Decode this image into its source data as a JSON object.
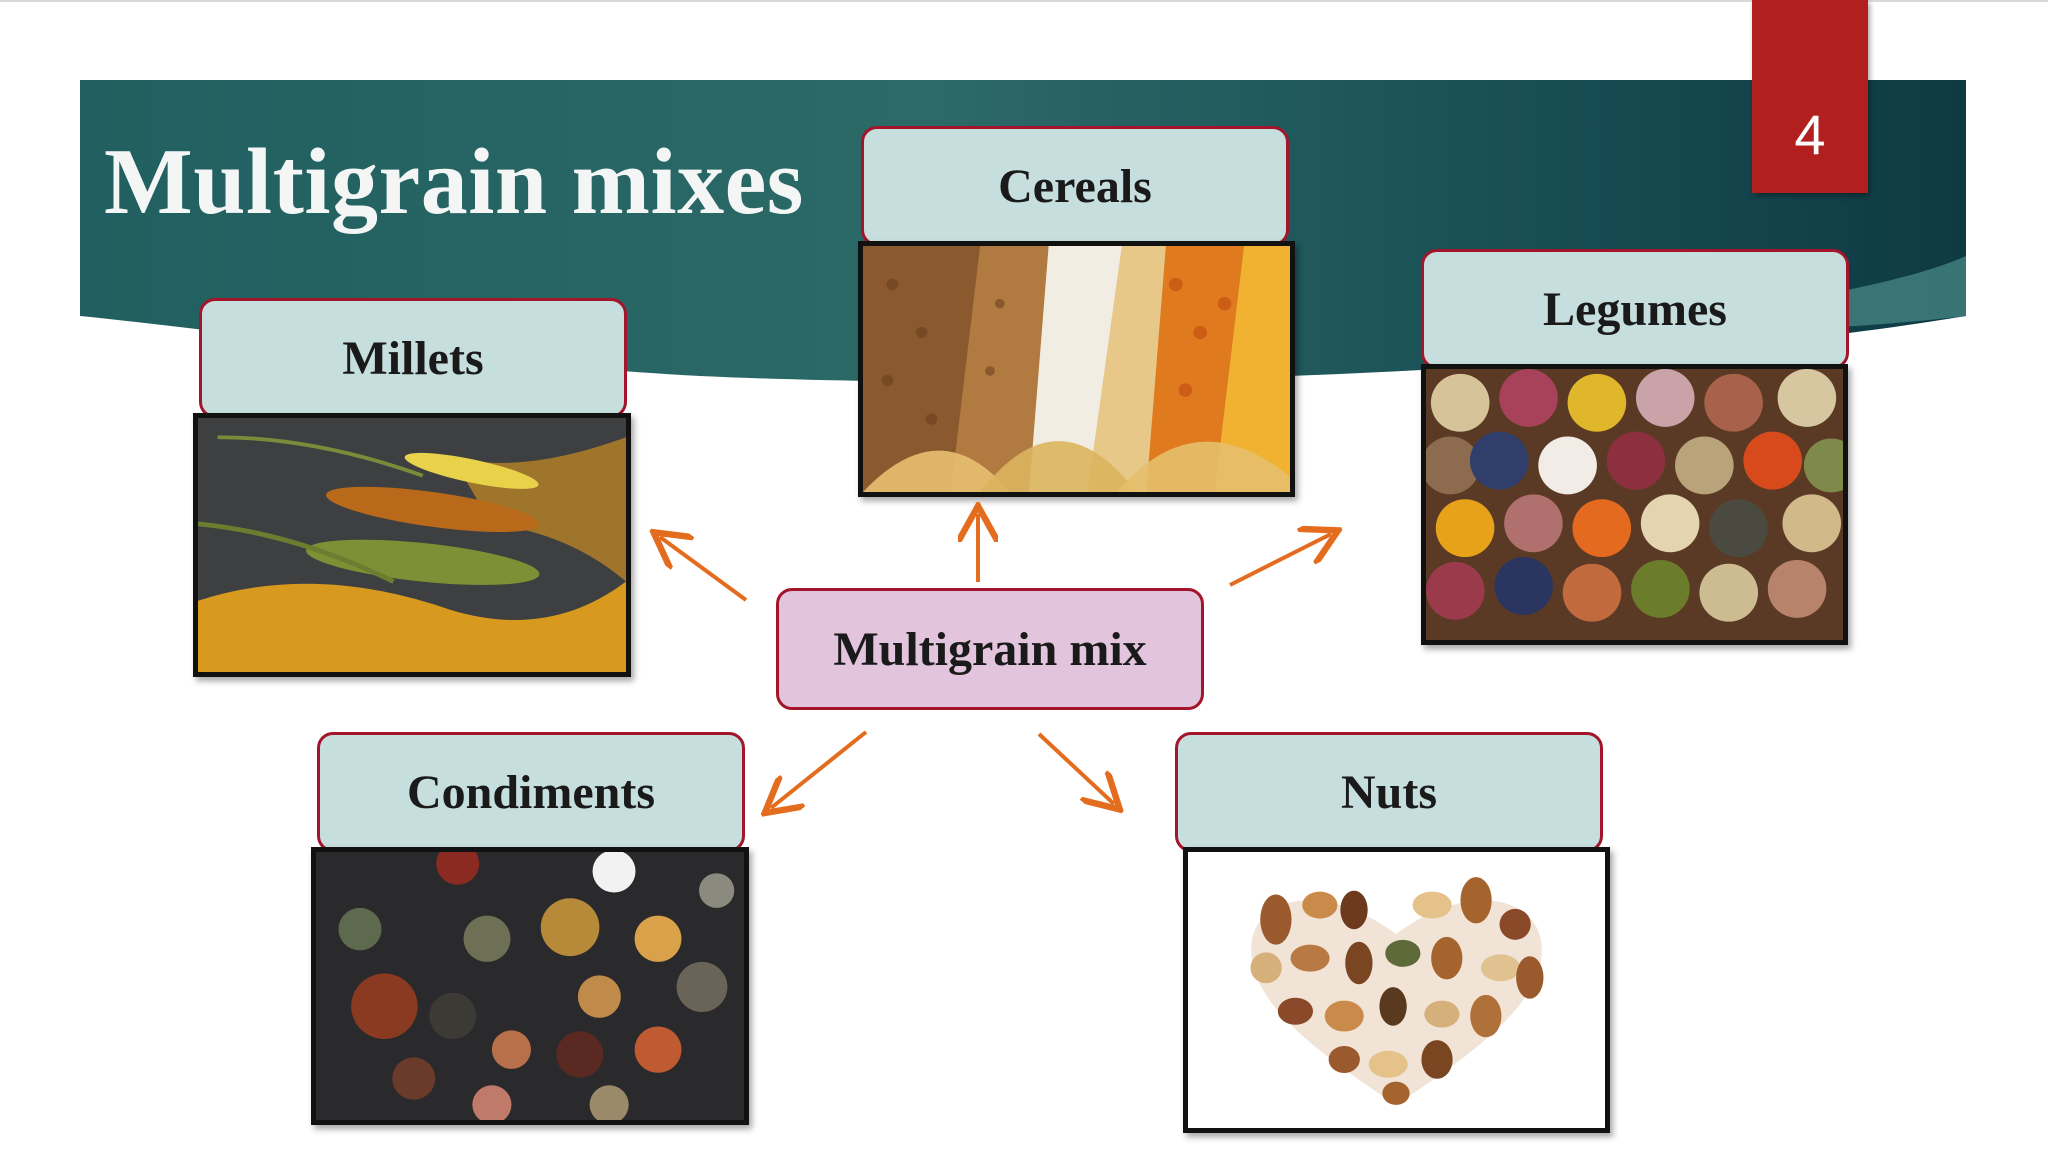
{
  "slide": {
    "title": "Multigrain mixes",
    "page_number": "4",
    "colors": {
      "banner_dark": "#103a42",
      "banner_mid": "#2e6e6a",
      "page_tab": "#b21f1f",
      "label_fill": "#c6dedd",
      "center_fill": "#e2c4dc",
      "border": "#a3152a",
      "arrow": "#e36c1e"
    }
  },
  "diagram": {
    "center": {
      "label": "Multigrain mix"
    },
    "categories": [
      {
        "label": "Cereals",
        "photo_icon": "grains-photo"
      },
      {
        "label": "Millets",
        "photo_icon": "millet-photo"
      },
      {
        "label": "Legumes",
        "photo_icon": "legumes-bowls-photo"
      },
      {
        "label": "Condiments",
        "photo_icon": "spice-bowls-photo"
      },
      {
        "label": "Nuts",
        "photo_icon": "nuts-heart-photo"
      }
    ]
  }
}
